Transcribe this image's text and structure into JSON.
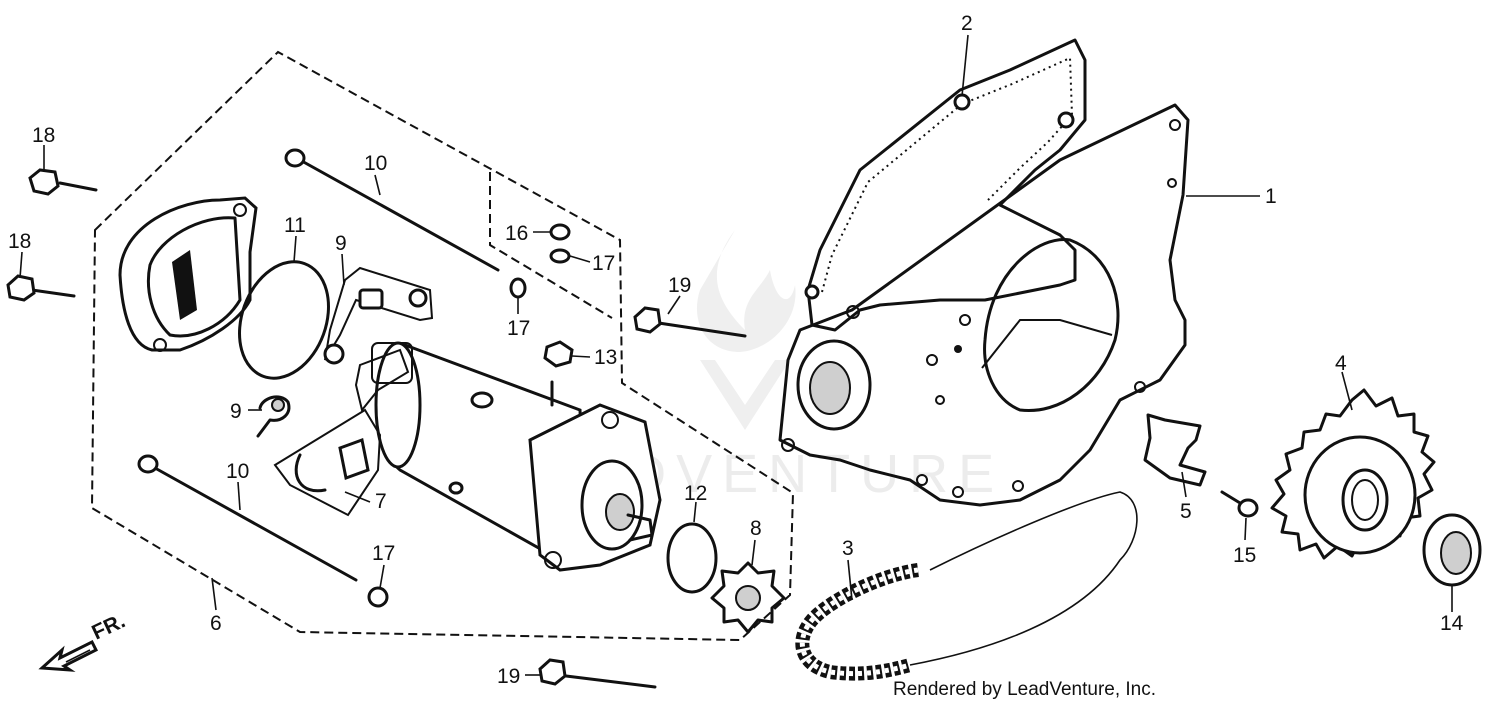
{
  "watermark": "LEADVENTURE",
  "credit": "Rendered by LeadVenture, Inc.",
  "direction_label": "FR.",
  "callouts": [
    "1",
    "2",
    "3",
    "4",
    "5",
    "6",
    "7",
    "8",
    "9",
    "9",
    "10",
    "10",
    "11",
    "12",
    "13",
    "14",
    "15",
    "16",
    "17",
    "17",
    "17",
    "18",
    "18",
    "19",
    "19"
  ]
}
